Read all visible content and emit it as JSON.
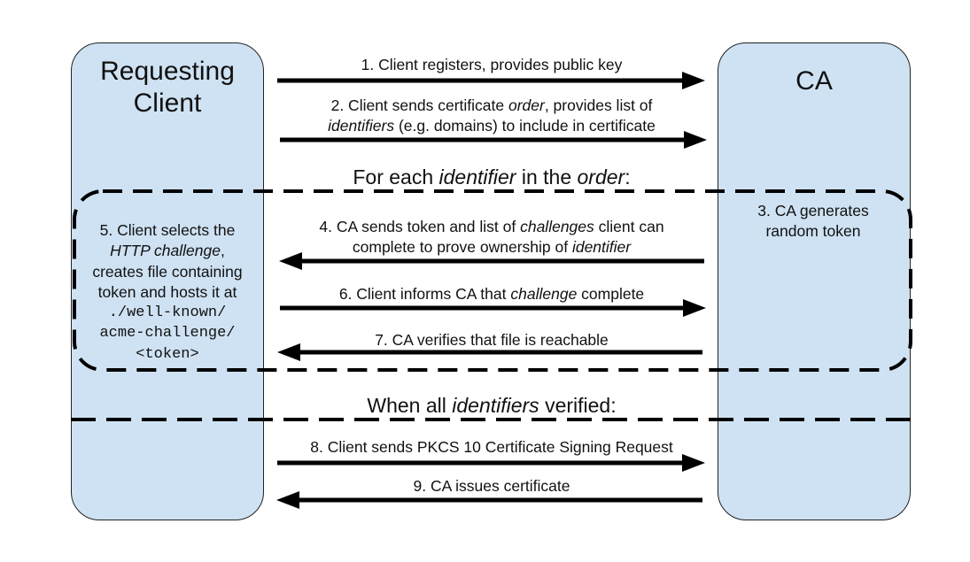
{
  "lanes": {
    "client": {
      "title_line1": "Requesting",
      "title_line2": "Client"
    },
    "ca": {
      "title": "CA"
    }
  },
  "sections": {
    "per_identifier": {
      "prefix": "For each ",
      "em1": "identifier",
      "mid": " in the ",
      "em2": "order",
      "suffix": ":"
    },
    "all_verified": {
      "prefix": "When all ",
      "em": "identifiers",
      "suffix": " verified:"
    }
  },
  "steps": {
    "s1": {
      "text": "1. Client registers, provides public key"
    },
    "s2": {
      "a": "2. Client sends certificate ",
      "b": "order",
      "c": ", provides list of",
      "d": "identifiers",
      "e": " (e.g. domains) to include in certificate"
    },
    "s3": {
      "line1": "3. CA generates",
      "line2": "random token"
    },
    "s4": {
      "a": "4. CA sends token and list of ",
      "b": "challenges",
      "c": " client can",
      "d": "complete to prove ownership of ",
      "e": "identifier"
    },
    "s5": {
      "line1": "5. Client selects the",
      "em": "HTTP challenge",
      "comma": ",",
      "line3": "creates file containing",
      "line4": "token and hosts it at",
      "code1": "./well-known/",
      "code2": "acme-challenge/",
      "code3": "<token>"
    },
    "s6": {
      "a": "6. Client informs CA that ",
      "b": "challenge",
      "c": " complete"
    },
    "s7": {
      "text": "7. CA verifies that file is reachable"
    },
    "s8": {
      "text": "8. Client sends PKCS 10 Certificate Signing Request"
    },
    "s9": {
      "text": "9. CA issues certificate"
    }
  },
  "colors": {
    "lane_fill": "#cfe2f3",
    "stroke": "#000000"
  }
}
